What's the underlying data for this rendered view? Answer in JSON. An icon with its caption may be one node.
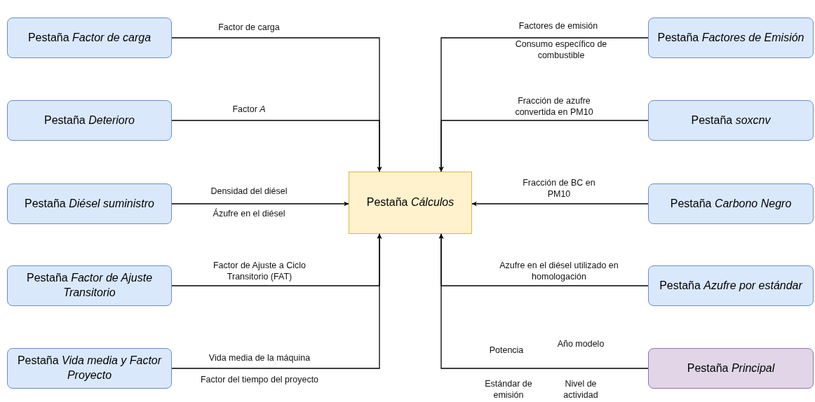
{
  "diagram": {
    "nodes": [
      {
        "text": [
          "Pestaña *Factor de carga*"
        ]
      },
      {
        "text": [
          "Pestaña *Deterioro*"
        ]
      },
      {
        "text": [
          "Pestaña *Diésel suministro*"
        ]
      },
      {
        "text": [
          "Pestaña *Factor de Ajuste Transitorio*"
        ]
      },
      {
        "text": [
          "Pestaña *Vida media y Factor Proyecto*"
        ]
      },
      {
        "text": [
          "Pestaña *Cálculos*"
        ]
      },
      {
        "text": [
          "Pestaña *Factores de Emisión*"
        ]
      },
      {
        "text": [
          "Pestaña *soxcnv*"
        ]
      },
      {
        "text": [
          "Pestaña *Carbono Negro*"
        ]
      },
      {
        "text": [
          "Pestaña *Azufre por estándar*"
        ]
      },
      {
        "text": [
          "Pestaña *Principal*"
        ]
      }
    ],
    "edges": [
      {
        "from": 0,
        "to": 5,
        "arrow": "to",
        "label": "Factor de carga"
      },
      {
        "from": 1,
        "to": 5,
        "arrow": "to",
        "label": "Factor *A*"
      },
      {
        "from": 2,
        "to": 5,
        "arrow": "to",
        "label": "Densidad del diésel"
      },
      {
        "from": 3,
        "to": 5,
        "arrow": "to",
        "label": "Factor de Ajuste a Ciclo Transitorio (FAT)"
      },
      {
        "from": 4,
        "to": 5,
        "arrow": "to",
        "label": "Vida media de la máquina"
      },
      {
        "from": 6,
        "to": 5,
        "arrow": "to",
        "label": "Factores de emisión"
      },
      {
        "from": 7,
        "to": 5,
        "arrow": "to",
        "label": "Fracción de azufre convertida en PM10"
      },
      {
        "from": 8,
        "to": 5,
        "arrow": "to",
        "label": "Fracción de BC en PM10"
      },
      {
        "from": 9,
        "to": 5,
        "arrow": "to",
        "label": "Azufre en el diésel utilizado en homologación"
      },
      {
        "from": 10,
        "to": 5,
        "arrow": "to",
        "label": "Potencia"
      }
    ],
    "labels": [
      "Consumo específico de combustible",
      "Ázufre en el diésel",
      "Año modelo",
      "Factor del tiempo del proyecto",
      "Estándar de emisión",
      "Nivel de actividad"
    ]
  }
}
